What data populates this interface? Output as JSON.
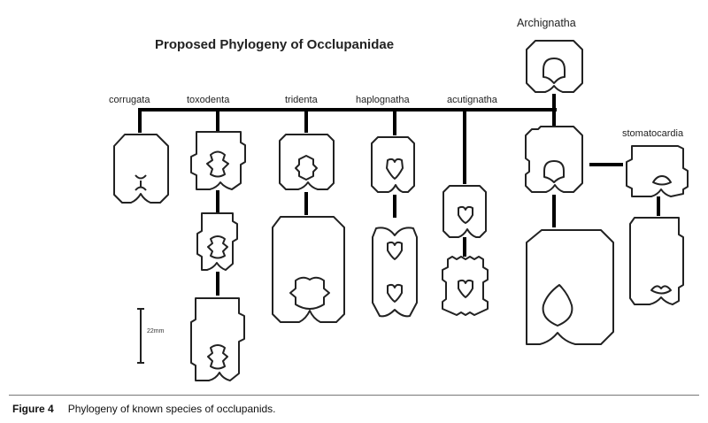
{
  "diagram": {
    "title": "Proposed Phylogeny of Occlupanidae",
    "taxa": {
      "archignatha": "Archignatha",
      "corrugata": "corrugata",
      "toxodenta": "toxodenta",
      "tridenta": "tridenta",
      "haplognatha": "haplognatha",
      "acutignatha": "acutignatha",
      "stomatocardia": "stomatocardia"
    },
    "scale_bar_label": "22mm"
  },
  "caption": {
    "figure_label": "Figure 4",
    "text": "Phylogeny of known species of occlupanids."
  }
}
